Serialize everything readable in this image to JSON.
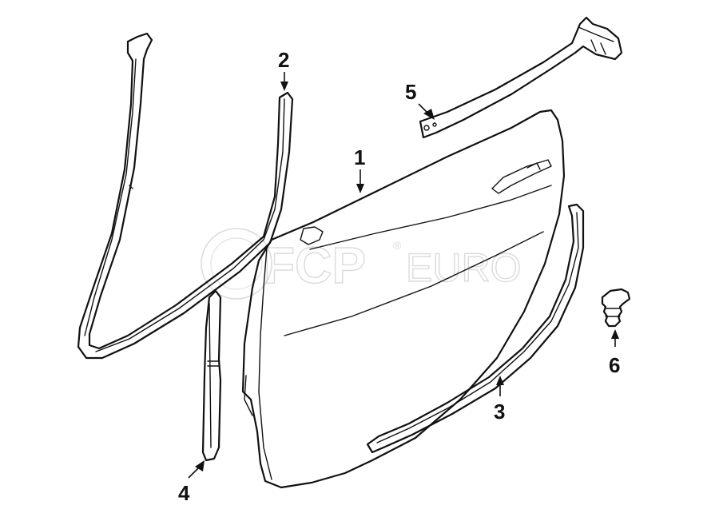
{
  "diagram": {
    "watermark": {
      "brand_main": "FCP",
      "brand_sub": "EURO",
      "registered": "®"
    },
    "callouts": [
      {
        "id": "callout-1",
        "label": "1",
        "part": "door-shell"
      },
      {
        "id": "callout-2",
        "label": "2",
        "part": "frame-seal"
      },
      {
        "id": "callout-3",
        "label": "3",
        "part": "rear-edge-seal"
      },
      {
        "id": "callout-4",
        "label": "4",
        "part": "front-vertical-seal"
      },
      {
        "id": "callout-5",
        "label": "5",
        "part": "window-channel-seal"
      },
      {
        "id": "callout-6",
        "label": "6",
        "part": "retaining-clip"
      }
    ],
    "colors": {
      "line": "#111111",
      "watermark": "#c9c9c9",
      "background": "#ffffff"
    }
  }
}
